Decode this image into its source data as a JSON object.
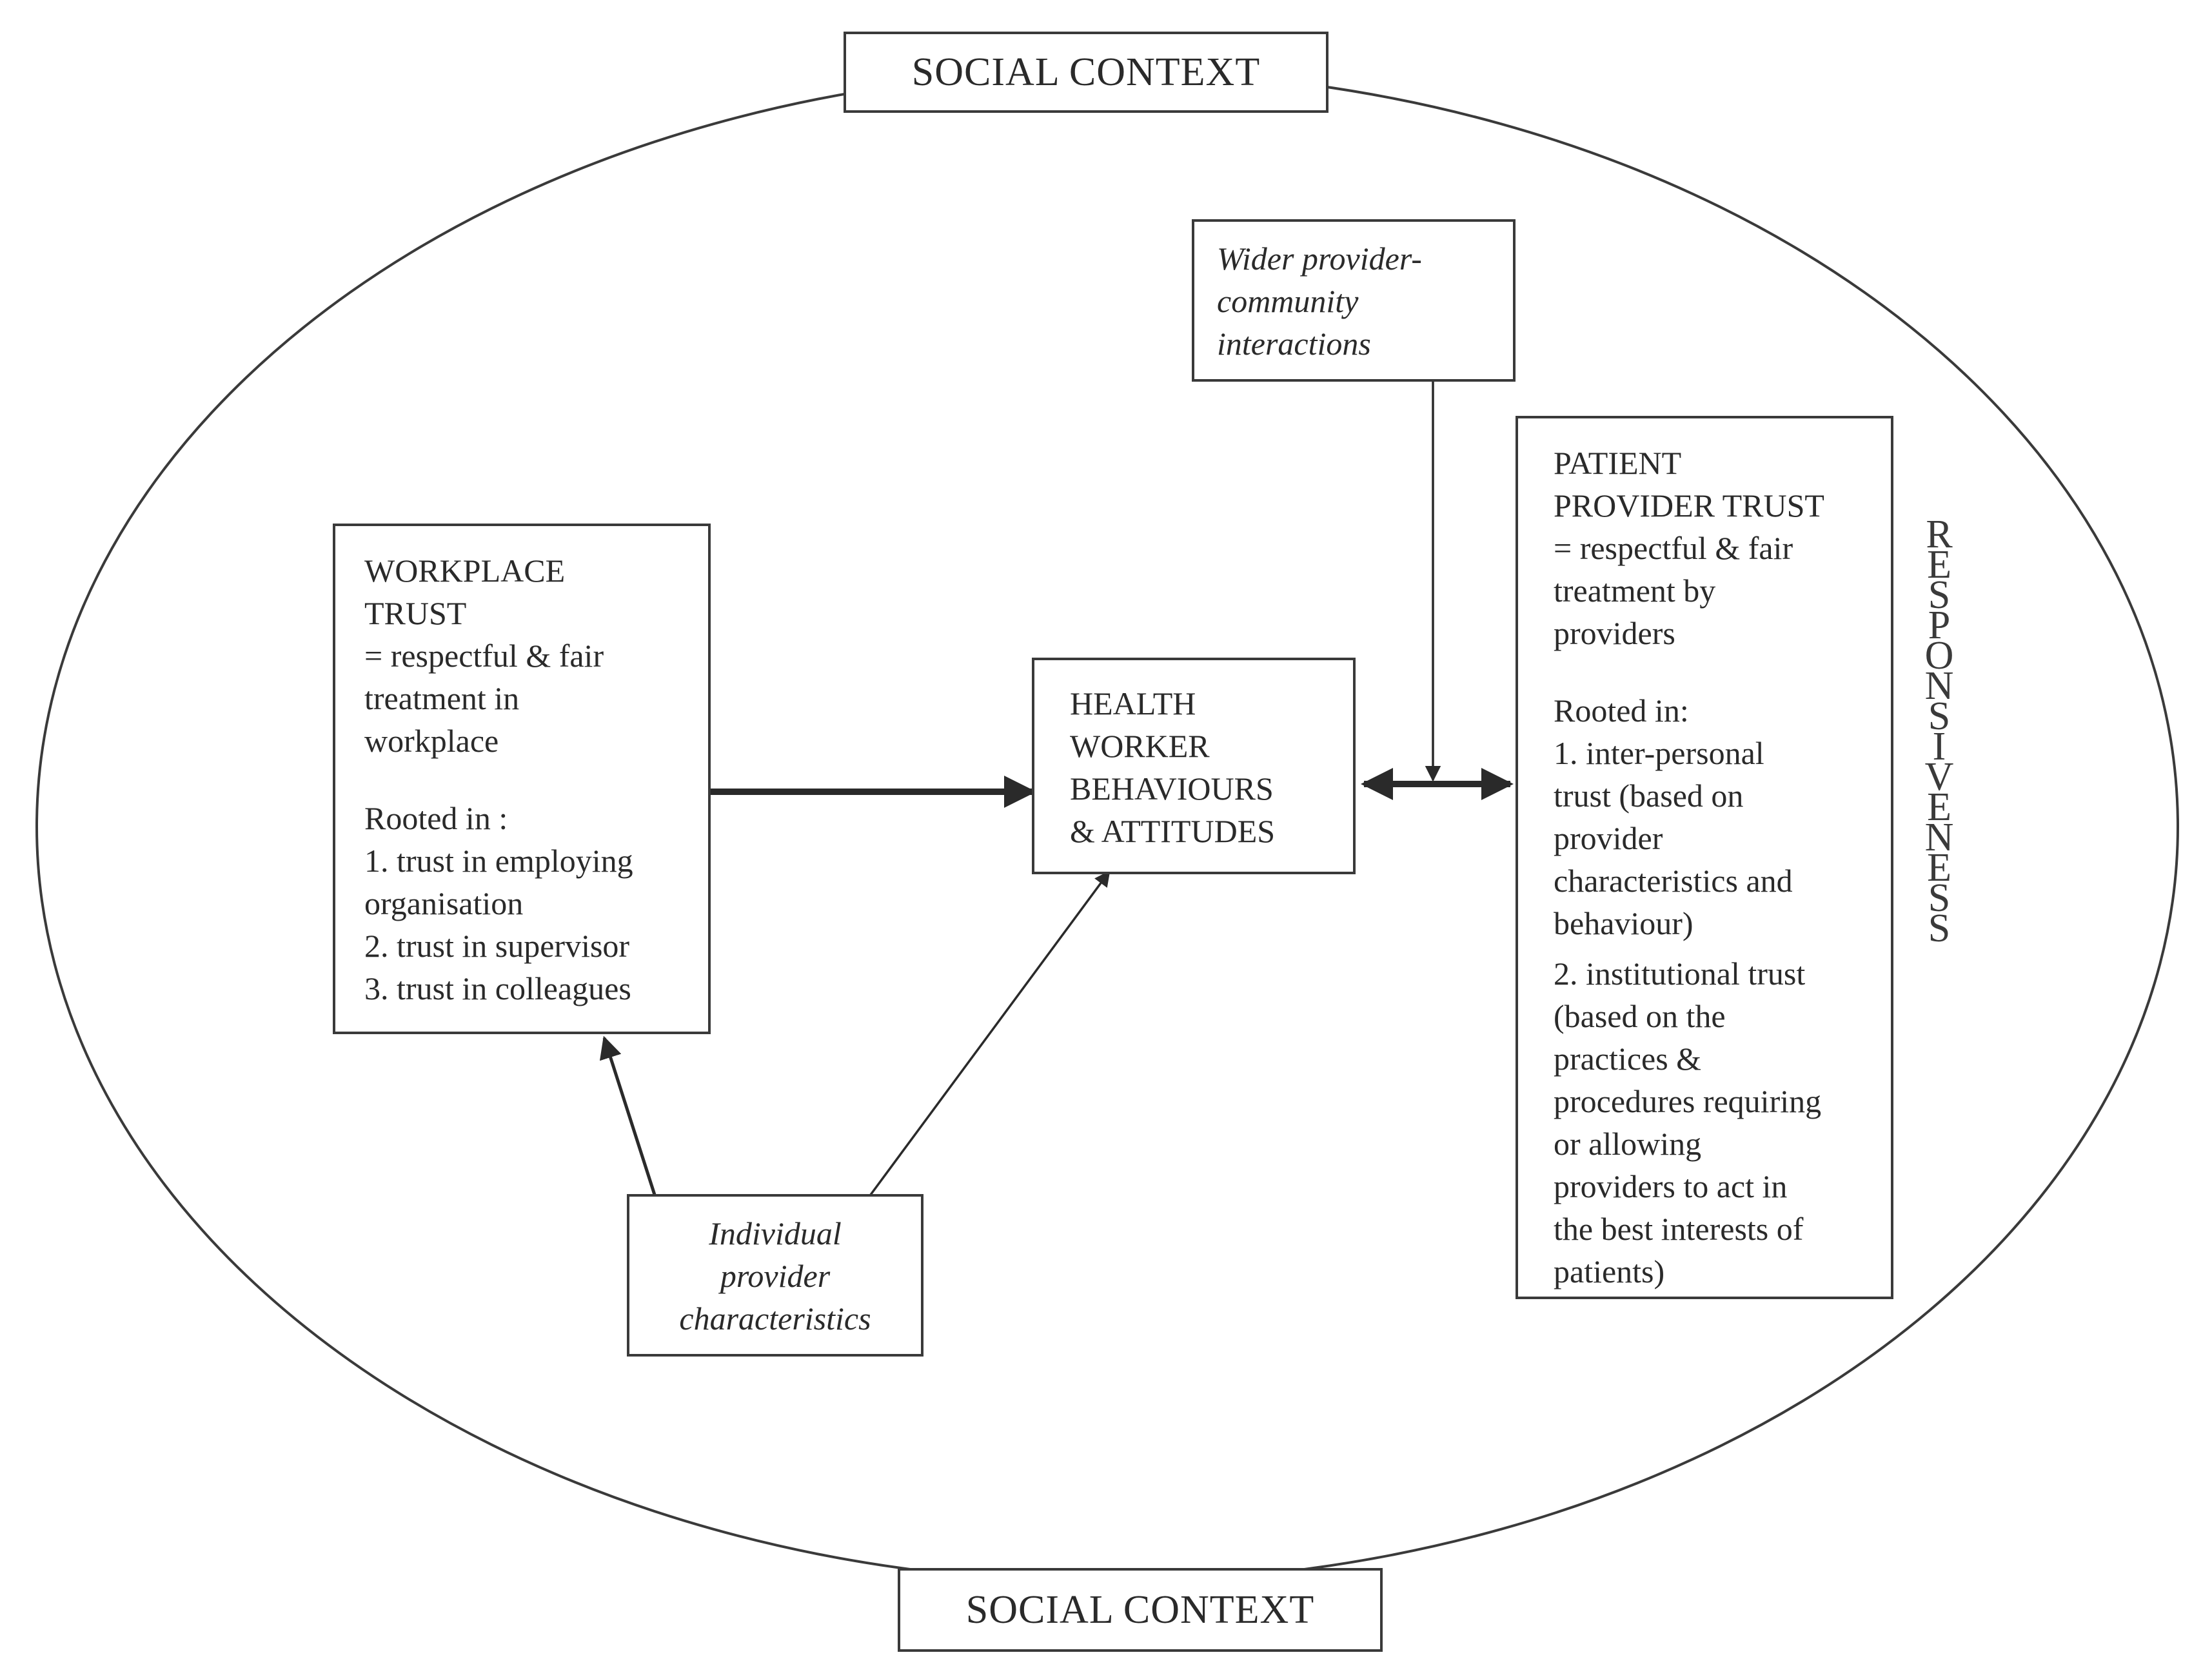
{
  "social_context": {
    "top_label": "SOCIAL CONTEXT",
    "bottom_label": "SOCIAL CONTEXT"
  },
  "wider_interactions": {
    "lines": [
      "Wider provider-",
      "community",
      "interactions"
    ]
  },
  "workplace_trust": {
    "header": [
      "WORKPLACE",
      "TRUST",
      "= respectful & fair",
      "treatment in",
      "workplace"
    ],
    "rooted": [
      "Rooted in :",
      "1. trust in employing",
      "organisation",
      "2. trust in supervisor",
      "3. trust in colleagues"
    ]
  },
  "health_worker": {
    "lines": [
      "HEALTH",
      "WORKER",
      "BEHAVIOURS",
      "& ATTITUDES"
    ]
  },
  "patient_trust": {
    "header": [
      "PATIENT",
      "PROVIDER TRUST",
      "= respectful & fair",
      "treatment by",
      "providers"
    ],
    "rooted_label": "Rooted in:",
    "item1": [
      "1. inter-personal",
      "trust (based on",
      "provider",
      "characteristics and",
      "behaviour)"
    ],
    "item2": [
      "2. institutional trust",
      "(based on the",
      "practices &",
      "procedures requiring",
      "or allowing",
      "providers to act in",
      "the best interests of",
      "patients)"
    ]
  },
  "individual": {
    "lines": [
      "Individual",
      "provider",
      "characteristics"
    ]
  },
  "responsiveness": {
    "letters": [
      "R",
      "E",
      "S",
      "P",
      "O",
      "N",
      "S",
      "I",
      "V",
      "E",
      "N",
      "E",
      "S",
      "S"
    ]
  }
}
